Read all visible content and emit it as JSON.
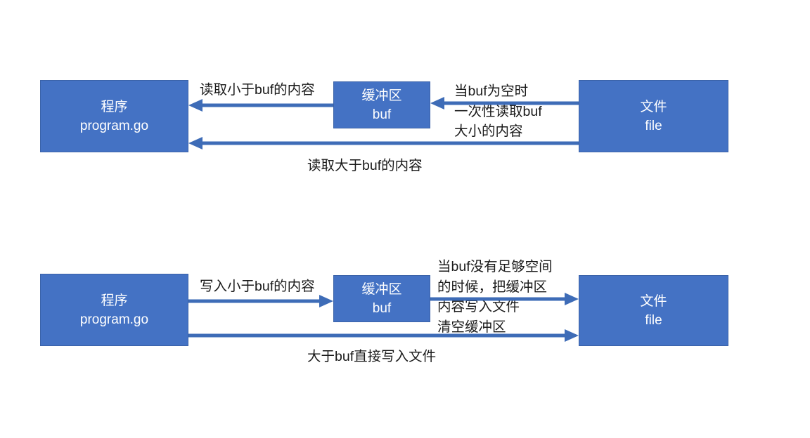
{
  "colors": {
    "box_fill": "#4472C4",
    "box_border": "#3A62A8",
    "arrow": "#3E6CB7",
    "box_text": "#FFFFFF",
    "label_text": "#1A1A1A"
  },
  "read_flow": {
    "program_box": {
      "title": "程序",
      "subtitle": "program.go"
    },
    "buffer_box": {
      "title": "缓冲区",
      "subtitle": "buf"
    },
    "file_box": {
      "title": "文件",
      "subtitle": "file"
    },
    "small_read_label": "读取小于buf的内容",
    "fill_label_lines": [
      "当buf为空时",
      "一次性读取buf",
      "大小的内容"
    ],
    "large_read_label": "读取大于buf的内容"
  },
  "write_flow": {
    "program_box": {
      "title": "程序",
      "subtitle": "program.go"
    },
    "buffer_box": {
      "title": "缓冲区",
      "subtitle": "buf"
    },
    "file_box": {
      "title": "文件",
      "subtitle": "file"
    },
    "small_write_label": "写入小于buf的内容",
    "flush_label_lines": [
      "当buf没有足够空间",
      "的时候，把缓冲区",
      "内容写入文件",
      "清空缓冲区"
    ],
    "large_write_label": "大于buf直接写入文件"
  }
}
